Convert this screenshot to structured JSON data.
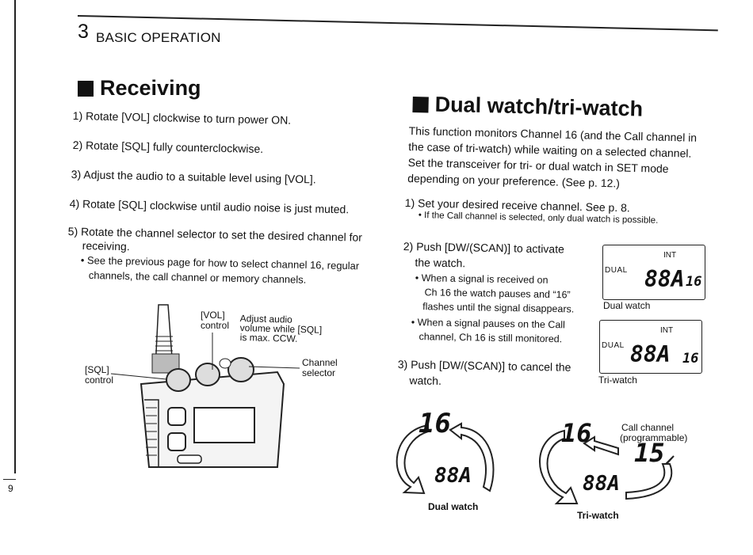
{
  "page_number": "9",
  "chapter": {
    "number": "3",
    "title": "BASIC OPERATION"
  },
  "receiving": {
    "heading": "Receiving",
    "steps": [
      "1) Rotate [VOL] clockwise to turn power ON.",
      "2) Rotate [SQL] fully counterclockwise.",
      "3) Adjust the audio to a suitable level using [VOL].",
      "4) Rotate [SQL] clockwise until audio noise is just muted.",
      "5) Rotate the channel selector to set the desired channel for",
      "receiving."
    ],
    "bullet_line1": "• See the previous page for how to select channel 16, regular",
    "bullet_line2": "channels, the call channel or memory channels.",
    "labels": {
      "vol": "[VOL]",
      "vol2": "control",
      "adjust1": "Adjust audio",
      "adjust2": "volume while [SQL]",
      "adjust3": "is max. CCW.",
      "sql1": "[SQL]",
      "sql2": "control",
      "ch1": "Channel",
      "ch2": "selector"
    }
  },
  "dual": {
    "heading": "Dual watch/tri-watch",
    "intro": [
      "This function monitors Channel 16 (and the Call channel in",
      "the case of tri-watch) while waiting on a selected channel.",
      "Set the transceiver for tri- or dual watch in SET mode",
      "depending on your preference. (See p. 12.)"
    ],
    "step1": "1) Set your desired receive channel. See p. 8.",
    "step1_note": "• If the Call channel is selected, only dual watch is possible.",
    "step2": [
      "2) Push [DW/(SCAN)] to activate",
      "the watch."
    ],
    "bullets_a": [
      "• When a signal is received on",
      "Ch 16 the watch pauses and “16”",
      "flashes until the signal disappears."
    ],
    "bullets_b": [
      "• When a signal pauses on the Call",
      "channel, Ch 16 is still monitored."
    ],
    "step3": [
      "3) Push [DW/(SCAN)] to cancel the",
      "watch."
    ],
    "lcd1": {
      "int": "INT",
      "tag": "DUAL",
      "digits": "88A",
      "ch": "16",
      "caption": "Dual watch"
    },
    "lcd2": {
      "int": "INT",
      "tag": "DUAL",
      "digits": "88A",
      "ch": "16",
      "caption": "Tri-watch"
    },
    "diagram_dual": {
      "top": "16",
      "bottom": "88A",
      "caption": "Dual watch"
    },
    "diagram_tri": {
      "top": "16",
      "call": "15",
      "bottom": "88A",
      "call_label1": "Call channel",
      "call_label2": "(programmable)",
      "caption": "Tri-watch"
    }
  }
}
